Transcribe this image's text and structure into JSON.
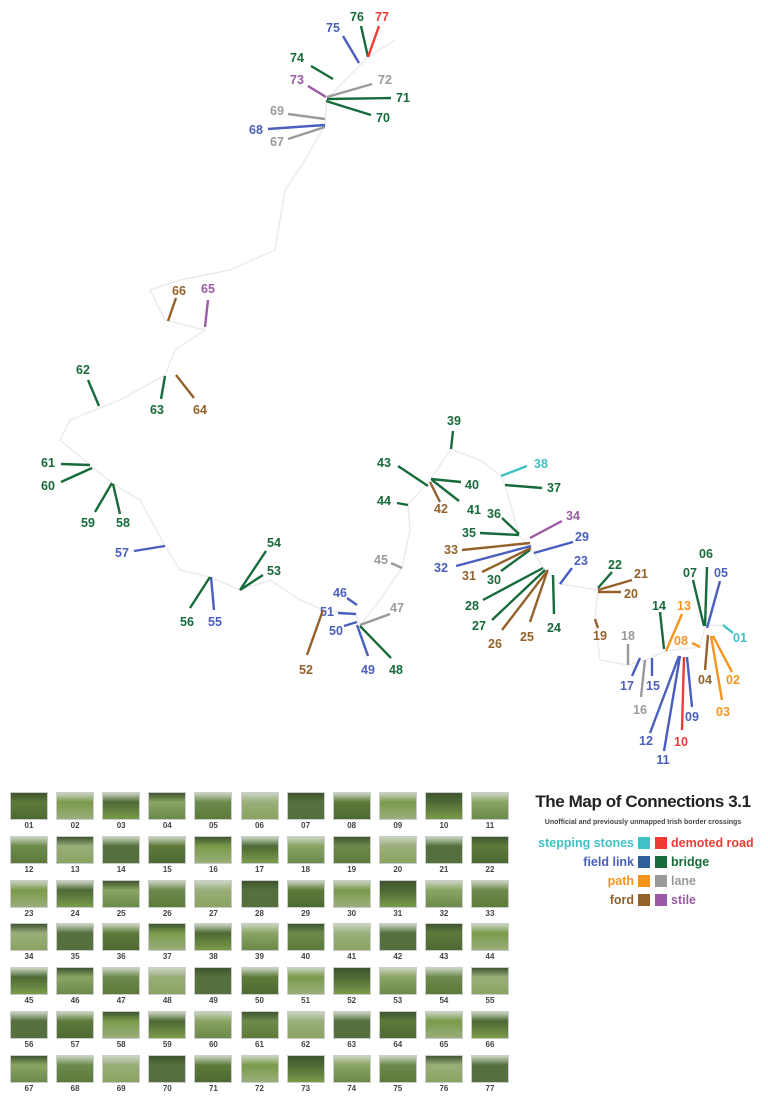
{
  "legend": {
    "title": "The Map of Connections 3.1",
    "subtitle": "Unofficial and previously unmapped Irish border crossings",
    "rows": [
      {
        "left": {
          "label": "stepping stones",
          "color": "#3fc1c6"
        },
        "right": {
          "label": "demoted road",
          "color": "#ee3b36"
        }
      },
      {
        "left": {
          "label": "field link",
          "color": "#4a5fbd",
          "swatch": "#2f5e9c"
        },
        "right": {
          "label": "bridge",
          "color": "#176b3a"
        }
      },
      {
        "left": {
          "label": "path",
          "color": "#f7941e"
        },
        "right": {
          "label": "lane",
          "color": "#9a9a9a"
        }
      },
      {
        "left": {
          "label": "ford",
          "color": "#94612b"
        },
        "right": {
          "label": "stile",
          "color": "#9b5aa5"
        }
      }
    ]
  },
  "type_colors": {
    "stepping": "#3fc1c6",
    "road": "#ee3b36",
    "field": "#4a5fbd",
    "bridge": "#176b3a",
    "path": "#f7941e",
    "lane": "#9a9a9a",
    "ford": "#94612b",
    "stile": "#9b5aa5"
  },
  "crossings": [
    {
      "id": "01",
      "type": "stepping"
    },
    {
      "id": "02",
      "type": "path"
    },
    {
      "id": "03",
      "type": "path"
    },
    {
      "id": "04",
      "type": "ford"
    },
    {
      "id": "05",
      "type": "field"
    },
    {
      "id": "06",
      "type": "bridge"
    },
    {
      "id": "07",
      "type": "bridge"
    },
    {
      "id": "08",
      "type": "path"
    },
    {
      "id": "09",
      "type": "field"
    },
    {
      "id": "10",
      "type": "road"
    },
    {
      "id": "11",
      "type": "field"
    },
    {
      "id": "12",
      "type": "field"
    },
    {
      "id": "13",
      "type": "path"
    },
    {
      "id": "14",
      "type": "bridge"
    },
    {
      "id": "15",
      "type": "field"
    },
    {
      "id": "16",
      "type": "lane"
    },
    {
      "id": "17",
      "type": "field"
    },
    {
      "id": "18",
      "type": "lane"
    },
    {
      "id": "19",
      "type": "ford"
    },
    {
      "id": "20",
      "type": "ford"
    },
    {
      "id": "21",
      "type": "ford"
    },
    {
      "id": "22",
      "type": "bridge"
    },
    {
      "id": "23",
      "type": "field"
    },
    {
      "id": "24",
      "type": "bridge"
    },
    {
      "id": "25",
      "type": "ford"
    },
    {
      "id": "26",
      "type": "ford"
    },
    {
      "id": "27",
      "type": "bridge"
    },
    {
      "id": "28",
      "type": "bridge"
    },
    {
      "id": "29",
      "type": "field"
    },
    {
      "id": "30",
      "type": "bridge"
    },
    {
      "id": "31",
      "type": "ford"
    },
    {
      "id": "32",
      "type": "field"
    },
    {
      "id": "33",
      "type": "ford"
    },
    {
      "id": "34",
      "type": "stile"
    },
    {
      "id": "35",
      "type": "bridge"
    },
    {
      "id": "36",
      "type": "bridge"
    },
    {
      "id": "37",
      "type": "bridge"
    },
    {
      "id": "38",
      "type": "stepping"
    },
    {
      "id": "39",
      "type": "bridge"
    },
    {
      "id": "40",
      "type": "bridge"
    },
    {
      "id": "41",
      "type": "bridge"
    },
    {
      "id": "42",
      "type": "ford"
    },
    {
      "id": "43",
      "type": "bridge"
    },
    {
      "id": "44",
      "type": "bridge"
    },
    {
      "id": "45",
      "type": "lane"
    },
    {
      "id": "46",
      "type": "field"
    },
    {
      "id": "47",
      "type": "lane"
    },
    {
      "id": "48",
      "type": "bridge"
    },
    {
      "id": "49",
      "type": "field"
    },
    {
      "id": "50",
      "type": "field"
    },
    {
      "id": "51",
      "type": "field"
    },
    {
      "id": "52",
      "type": "ford"
    },
    {
      "id": "53",
      "type": "bridge"
    },
    {
      "id": "54",
      "type": "bridge"
    },
    {
      "id": "55",
      "type": "field"
    },
    {
      "id": "56",
      "type": "bridge"
    },
    {
      "id": "57",
      "type": "field"
    },
    {
      "id": "58",
      "type": "bridge"
    },
    {
      "id": "59",
      "type": "bridge"
    },
    {
      "id": "60",
      "type": "bridge"
    },
    {
      "id": "61",
      "type": "bridge"
    },
    {
      "id": "62",
      "type": "bridge"
    },
    {
      "id": "63",
      "type": "bridge"
    },
    {
      "id": "64",
      "type": "ford"
    },
    {
      "id": "65",
      "type": "stile"
    },
    {
      "id": "66",
      "type": "ford"
    },
    {
      "id": "67",
      "type": "lane"
    },
    {
      "id": "68",
      "type": "field"
    },
    {
      "id": "69",
      "type": "lane"
    },
    {
      "id": "70",
      "type": "bridge"
    },
    {
      "id": "71",
      "type": "bridge"
    },
    {
      "id": "72",
      "type": "lane"
    },
    {
      "id": "73",
      "type": "stile"
    },
    {
      "id": "74",
      "type": "bridge"
    },
    {
      "id": "75",
      "type": "field"
    },
    {
      "id": "76",
      "type": "bridge"
    },
    {
      "id": "77",
      "type": "road"
    }
  ]
}
